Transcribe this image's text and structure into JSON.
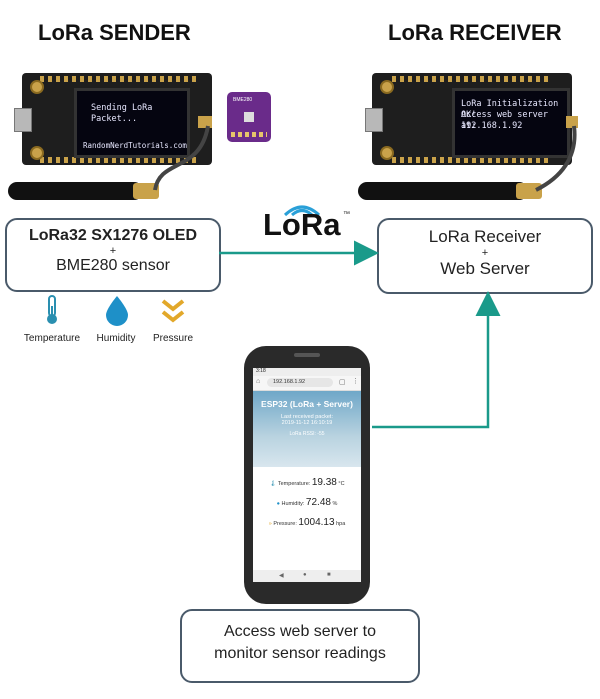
{
  "sender": {
    "title": "LoRa SENDER",
    "oled_text": "Sending LoRa Packet...",
    "oled_footer": "RandomNerdTutorials.com",
    "sensor_chip_label": "BME280",
    "box_line1": "LoRa32 SX1276 OLED",
    "box_plus": "+",
    "box_line2": "BME280 sensor"
  },
  "receiver": {
    "title": "LoRa RECEIVER",
    "oled_line1": "LoRa Initialization OK!",
    "oled_line2": "Access web server at:",
    "oled_line3": "192.168.1.92",
    "box_line1": "LoRa Receiver",
    "box_plus": "+",
    "box_line2": "Web Server"
  },
  "lora_logo": {
    "text": "LoRa",
    "tm": "™"
  },
  "sensors": [
    {
      "icon": "thermometer-icon",
      "label": "Temperature",
      "color": "#2a8fb0"
    },
    {
      "icon": "water-drop-icon",
      "label": "Humidity",
      "color": "#1e90c8"
    },
    {
      "icon": "pressure-chevrons-icon",
      "label": "Pressure",
      "color": "#e2a82a"
    }
  ],
  "phone": {
    "status_time": "3:18",
    "url": "192.168.1.92",
    "header_title": "ESP32 (LoRa + Server)",
    "last_packet_label": "Last received packet:",
    "last_packet_time": "2019-11-12 16:10:19",
    "rssi": "LoRa RSSI: -55",
    "temperature_label": "Temperature:",
    "temperature_value": "19.38",
    "temperature_unit": "°C",
    "humidity_label": "Humidity:",
    "humidity_value": "72.48",
    "humidity_unit": "%",
    "pressure_label": "Pressure:",
    "pressure_value": "1004.13",
    "pressure_unit": "hpa"
  },
  "access_box": {
    "line1": "Access web server to",
    "line2": "monitor sensor readings"
  },
  "colors": {
    "arrow": "#1a9a8a",
    "box_border": "#4a5a6a",
    "lora_blue": "#2aa0d8",
    "board": "#1e1e1e"
  }
}
